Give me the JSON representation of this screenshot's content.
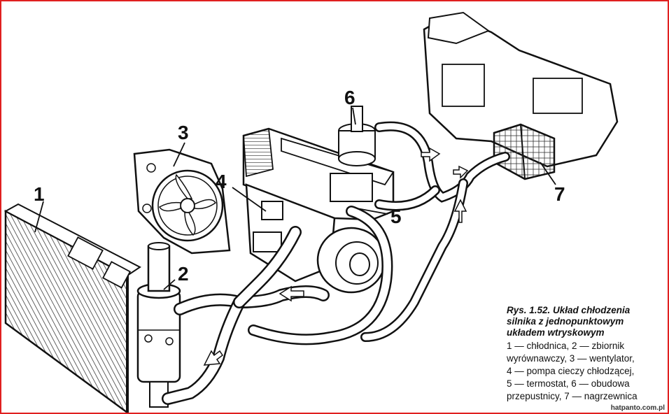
{
  "labels": {
    "radiator": "1",
    "expansion_tank": "2",
    "fan": "3",
    "coolant_pump": "4",
    "thermostat": "5",
    "throttle_body": "6",
    "heater": "7"
  },
  "caption": {
    "title_line1": "Rys. 1.52. Układ chłodzenia",
    "title_line2": "silnika z jednopunktowym",
    "title_line3": "układem wtryskowym",
    "legend_line1": "1 — chłodnica, 2 — zbiornik",
    "legend_line2": "wyrównawczy, 3 — wentylator,",
    "legend_line3": "4 — pompa cieczy chłodzącej,",
    "legend_line4": "5 — termostat, 6 — obudowa",
    "legend_line5": "przepustnicy, 7 — nagrzewnica"
  },
  "watermark": "hatpanto.com.pl",
  "colors": {
    "frame": "#e02020",
    "ink": "#111111",
    "paper": "#ffffff"
  }
}
